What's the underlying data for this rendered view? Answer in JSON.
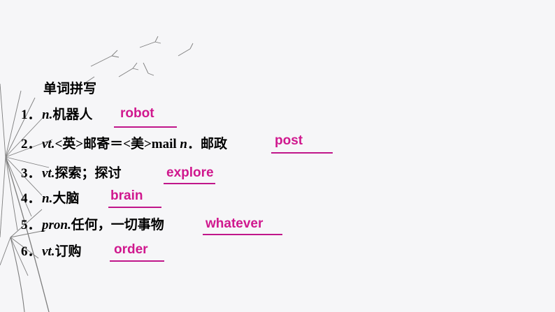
{
  "heading": "单词拼写",
  "items": [
    {
      "num": "1．",
      "pos": "n.",
      "meaning": "机器人",
      "answer": "robot"
    },
    {
      "num": "2．",
      "pos": "vt.",
      "meaning_a": "<英>邮寄＝<美>mail ",
      "pos_b": "n",
      "meaning_b": "．邮政",
      "answer": "post"
    },
    {
      "num": "3．",
      "pos": "vt.",
      "meaning": "探索；探讨",
      "answer": "explore"
    },
    {
      "num": "4．",
      "pos": "n.",
      "meaning": "大脑",
      "answer": "brain"
    },
    {
      "num": "5．",
      "pos": "pron.",
      "meaning": "任何，一切事物",
      "answer": "whatever"
    },
    {
      "num": "6．",
      "pos": "vt.",
      "meaning": "订购",
      "answer": "order"
    }
  ],
  "colors": {
    "answer": "#d0188e",
    "underline": "#c0168a",
    "background": "#f6f6f8"
  }
}
